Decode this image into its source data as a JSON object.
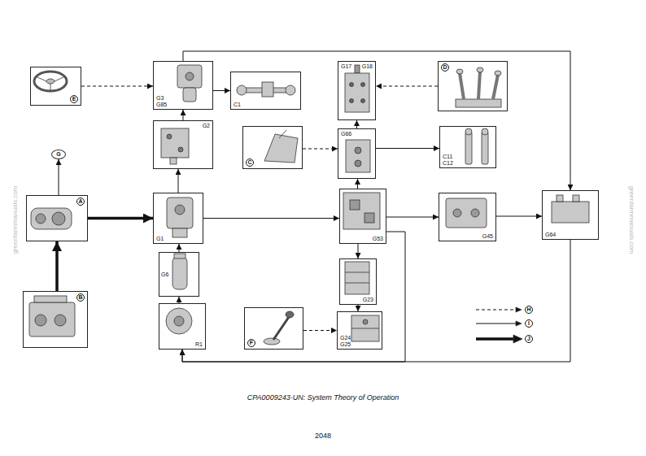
{
  "diagram": {
    "caption": "CPA0009243-UN: System Theory of Operation",
    "nodes": [
      {
        "text": [
          "E"
        ]
      },
      {
        "text": [
          "G3 G85"
        ]
      },
      {
        "text": [
          "C1"
        ]
      },
      {
        "text": [
          "G17",
          "G18"
        ]
      },
      {
        "text": [
          "D"
        ]
      },
      {
        "text": [
          "G2"
        ]
      },
      {
        "text": [
          "C"
        ]
      },
      {
        "text": [
          "G66"
        ]
      },
      {
        "text": [
          "C11 C12"
        ]
      },
      {
        "text": [
          "G"
        ]
      },
      {
        "text": [
          "A"
        ]
      },
      {
        "text": [
          "G1"
        ]
      },
      {
        "text": [
          "G53"
        ]
      },
      {
        "text": [
          "G45"
        ]
      },
      {
        "text": [
          "G64"
        ]
      },
      {
        "text": [
          "B"
        ]
      },
      {
        "text": [
          "G6"
        ]
      },
      {
        "text": [
          "G23"
        ]
      },
      {
        "text": [
          "R1"
        ]
      },
      {
        "text": [
          "F"
        ]
      },
      {
        "text": [
          "G24 G25"
        ]
      }
    ],
    "edges": [
      {
        "from": 0,
        "to": 1,
        "arrow": "to"
      },
      {
        "from": 1,
        "to": 2,
        "arrow": "to"
      },
      {
        "from": 4,
        "to": 3,
        "arrow": "to"
      },
      {
        "from": 5,
        "to": 1,
        "arrow": "to"
      },
      {
        "from": 6,
        "to": 7,
        "arrow": "to"
      },
      {
        "from": 7,
        "to": 3,
        "arrow": "to"
      },
      {
        "from": 7,
        "to": 8,
        "arrow": "to"
      },
      {
        "from": 10,
        "to": 9,
        "arrow": "to"
      },
      {
        "from": 15,
        "to": 10,
        "arrow": "to"
      },
      {
        "from": 10,
        "to": 11,
        "arrow": "to"
      },
      {
        "from": 11,
        "to": 5,
        "arrow": "to"
      },
      {
        "from": 11,
        "to": 12,
        "arrow": "to"
      },
      {
        "from": 12,
        "to": 7,
        "arrow": "to"
      },
      {
        "from": 12,
        "to": 13,
        "arrow": "to"
      },
      {
        "from": 13,
        "to": 14,
        "arrow": "to"
      },
      {
        "from": 1,
        "to": 14,
        "arrow": "to"
      },
      {
        "from": 16,
        "to": 11,
        "arrow": "to"
      },
      {
        "from": 18,
        "to": 16,
        "arrow": "to"
      },
      {
        "from": 12,
        "to": 17,
        "arrow": "to"
      },
      {
        "from": 17,
        "to": 20,
        "arrow": "to"
      },
      {
        "from": 19,
        "to": 20,
        "arrow": "to"
      },
      {
        "from": 14,
        "to": 18,
        "arrow": "to"
      },
      {
        "from": 12,
        "to": 18,
        "arrow": "to"
      }
    ],
    "labels": [
      "2048",
      "greenfarmmanuals.com",
      "greenfarmmanuals.com"
    ],
    "legend": [
      {
        "text": "H"
      },
      {
        "text": "I"
      },
      {
        "text": "J"
      }
    ]
  }
}
